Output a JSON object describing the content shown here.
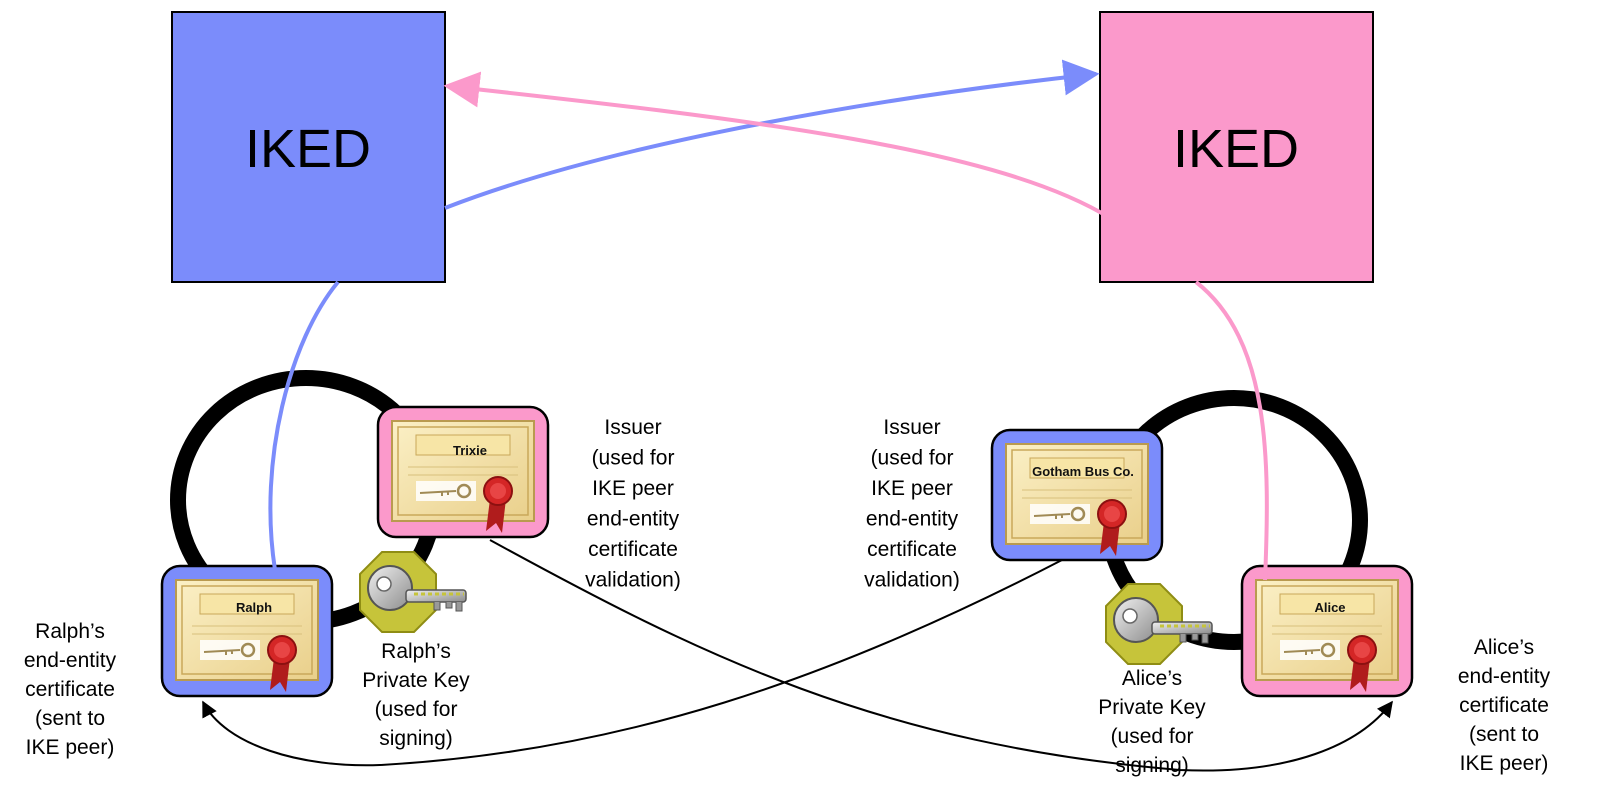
{
  "nodes": {
    "left": {
      "label": "IKED",
      "color": "#7b8cfb"
    },
    "right": {
      "label": "IKED",
      "color": "#fb99cb"
    }
  },
  "certificates": {
    "ralph": {
      "name": "Ralph",
      "frame_color": "#7b8cfb"
    },
    "trixie": {
      "name": "Trixie",
      "frame_color": "#fb99cb"
    },
    "gotham": {
      "name": "Gotham Bus Co.",
      "frame_color": "#7b8cfb"
    },
    "alice": {
      "name": "Alice",
      "frame_color": "#fb99cb"
    }
  },
  "captions": {
    "ralph_cert": [
      "Ralph’s",
      "end-entity",
      "certificate",
      "(sent to",
      "IKE peer)"
    ],
    "ralph_key": [
      "Ralph’s",
      "Private Key",
      "(used for",
      "signing)"
    ],
    "trixie_issuer": [
      "Issuer",
      "(used for",
      "IKE peer",
      "end-entity",
      "certificate",
      "validation)"
    ],
    "gotham_issuer": [
      "Issuer",
      "(used for",
      "IKE peer",
      "end-entity",
      "certificate",
      "validation)"
    ],
    "alice_key": [
      "Alice’s",
      "Private Key",
      "(used for",
      "signing)"
    ],
    "alice_cert": [
      "Alice’s",
      "end-entity",
      "certificate",
      "(sent to",
      "IKE peer)"
    ]
  },
  "colors": {
    "blue_link": "#7b8cfb",
    "pink_link": "#fb99cb",
    "ring": "#000000"
  },
  "icons": {
    "certificate": "certificate-icon",
    "key": "key-icon",
    "seal": "seal-icon"
  }
}
